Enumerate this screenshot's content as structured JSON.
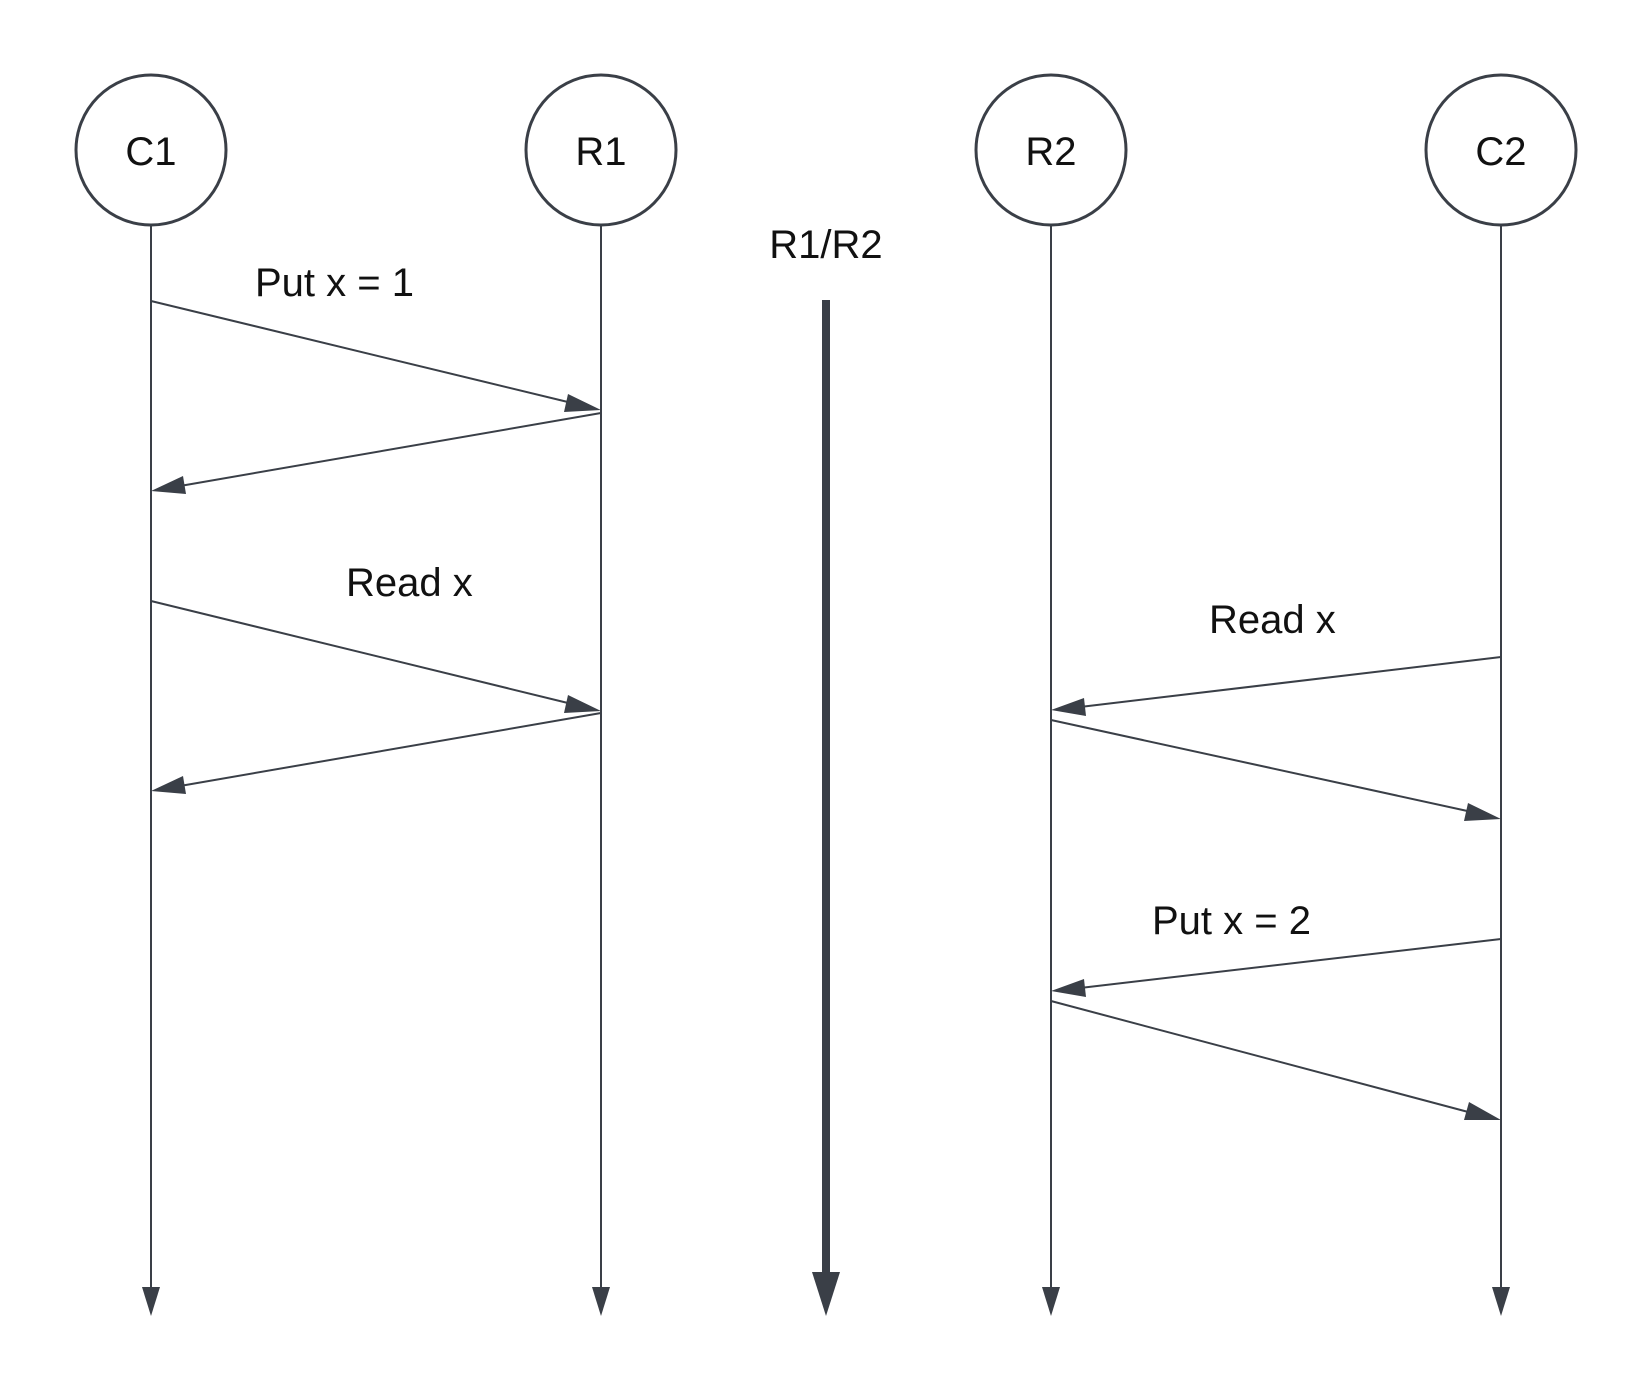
{
  "diagram": {
    "type": "sequence",
    "nodes": [
      {
        "id": "C1",
        "label": "C1"
      },
      {
        "id": "R1",
        "label": "R1"
      },
      {
        "id": "R2",
        "label": "R2"
      },
      {
        "id": "C2",
        "label": "C2"
      }
    ],
    "partition": {
      "label": "R1/R2"
    },
    "messages": [
      {
        "from": "C1",
        "to": "R1",
        "label": "Put x = 1"
      },
      {
        "from": "R1",
        "to": "C1",
        "label": ""
      },
      {
        "from": "C1",
        "to": "R1",
        "label": "Read x"
      },
      {
        "from": "R1",
        "to": "C1",
        "label": ""
      },
      {
        "from": "C2",
        "to": "R2",
        "label": "Read x"
      },
      {
        "from": "R2",
        "to": "C2",
        "label": ""
      },
      {
        "from": "C2",
        "to": "R2",
        "label": "Put x = 2"
      },
      {
        "from": "R2",
        "to": "C2",
        "label": ""
      }
    ],
    "colors": {
      "stroke": "#3a3f47",
      "text": "#111111",
      "background": "#ffffff"
    }
  }
}
